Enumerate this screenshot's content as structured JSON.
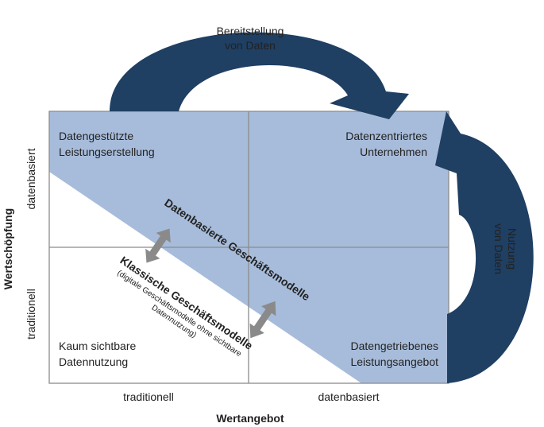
{
  "arrows": {
    "top": {
      "line1": "Bereitstellung",
      "line2": "von Daten"
    },
    "right": {
      "line1": "Nutzung",
      "line2": "von Daten"
    }
  },
  "quadrants": {
    "top_left": {
      "line1": "Datengestützte",
      "line2": "Leistungserstellung"
    },
    "top_right": {
      "line1": "Datenzentriertes",
      "line2": "Unternehmen"
    },
    "bottom_left": {
      "line1": "Kaum sichtbare",
      "line2": "Datennutzung"
    },
    "bottom_right": {
      "line1": "Datengetriebenes",
      "line2": "Leistungsangebot"
    }
  },
  "diagonal": {
    "upper": "Datenbasierte Geschäftsmodelle",
    "lower_title": "Klassische Geschäftsmodelle",
    "lower_sub1": "(digitale Geschäftsmodelle ohne sichtbare",
    "lower_sub2": "Datennutzung)"
  },
  "axes": {
    "y_title": "Wertschöpfung",
    "y_upper": "datenbasiert",
    "y_lower": "traditionell",
    "x_title": "Wertangebot",
    "x_left": "traditionell",
    "x_right": "datenbasiert"
  },
  "colors": {
    "arrow_fill": "#1f3f63",
    "region_fill": "#a7bcda",
    "grid_line": "#8c8c8c",
    "double_arrow": "#8a8a8a"
  }
}
